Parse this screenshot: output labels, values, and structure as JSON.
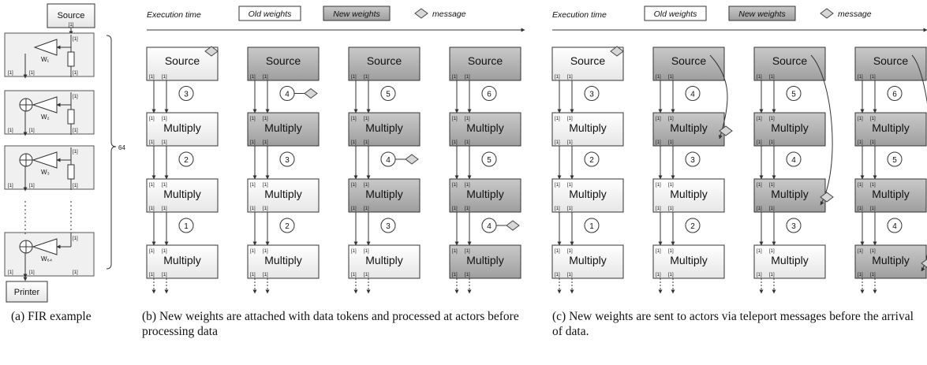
{
  "fir": {
    "source": "Source",
    "printer": "Printer",
    "weights": [
      "W₁",
      "W₂",
      "W₃",
      "W₆₄"
    ],
    "repeat": "64",
    "rate": "[1]"
  },
  "legend": {
    "execution_time": "Execution time",
    "old_weights": "Old weights",
    "new_weights": "New weights",
    "message": "message"
  },
  "labels": {
    "source": "Source",
    "multiply": "Multiply",
    "rate": "[1]"
  },
  "panel_b": {
    "columns": [
      {
        "tokens": [
          "3",
          "2",
          "1"
        ],
        "new_stage": 0,
        "message_after": null
      },
      {
        "tokens": [
          "4",
          "3",
          "2"
        ],
        "new_stage": 1,
        "message_after": 0
      },
      {
        "tokens": [
          "5",
          "4",
          "3"
        ],
        "new_stage": 2,
        "message_after": 1
      },
      {
        "tokens": [
          "6",
          "5",
          "4"
        ],
        "new_stage": 3,
        "message_after": 2
      }
    ]
  },
  "panel_c": {
    "columns": [
      {
        "tokens": [
          "3",
          "2",
          "1"
        ],
        "new_stage": 0
      },
      {
        "tokens": [
          "4",
          "3",
          "2"
        ],
        "new_stage": 1
      },
      {
        "tokens": [
          "5",
          "4",
          "3"
        ],
        "new_stage": 2
      },
      {
        "tokens": [
          "6",
          "5",
          "4"
        ],
        "new_stage": 3
      }
    ]
  },
  "colors": {
    "new_weights_fill": "#b8b8b8",
    "old_weights_fill": "#ffffff",
    "stroke": "#333333"
  },
  "captions": {
    "a": "(a) FIR example",
    "b": "(b) New weights are attached with data tokens and processed at actors before processing data",
    "c": "(c) New weights are sent to actors via teleport messages before the arrival of data."
  }
}
